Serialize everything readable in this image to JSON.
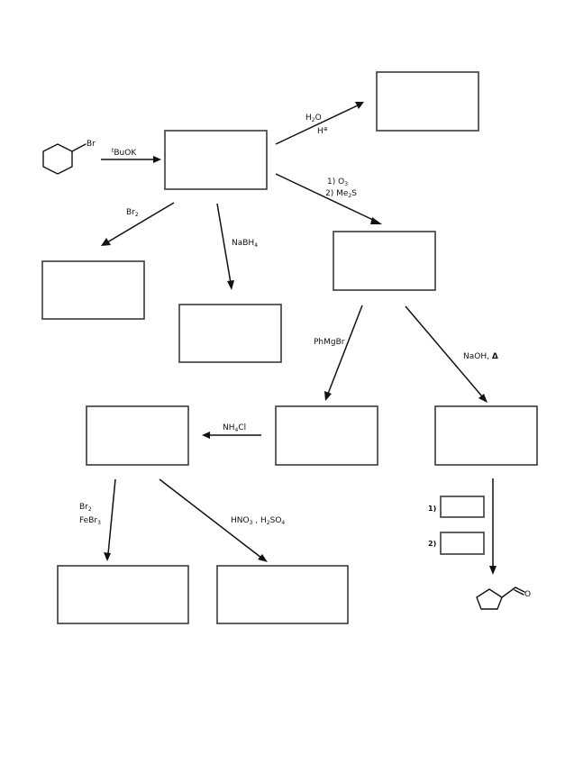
{
  "diagram": {
    "type": "reaction-scheme",
    "starting_material": {
      "name": "bromocyclohexane",
      "substituent_label": "Br"
    },
    "final_product": {
      "name": "cyclopentanecarbaldehyde",
      "atom_label": "O"
    },
    "boxes": [
      {
        "id": "box-a",
        "label": "product-after-tBuOK",
        "value": ""
      },
      {
        "id": "box-b",
        "label": "product-after-hydration",
        "value": ""
      },
      {
        "id": "box-c",
        "label": "product-after-ozonolysis",
        "value": ""
      },
      {
        "id": "box-d",
        "label": "product-after-bromination",
        "value": ""
      },
      {
        "id": "box-e",
        "label": "product-after-nabh4",
        "value": ""
      },
      {
        "id": "box-f",
        "label": "product-after-grignard",
        "value": ""
      },
      {
        "id": "box-g",
        "label": "product-after-aldol",
        "value": ""
      },
      {
        "id": "box-h",
        "label": "product-after-nh4cl",
        "value": ""
      },
      {
        "id": "box-i",
        "label": "product-after-bromination-febr3",
        "value": ""
      },
      {
        "id": "box-j",
        "label": "product-after-nitration",
        "value": ""
      },
      {
        "id": "box-k",
        "label": "reagent-step-1",
        "value": ""
      },
      {
        "id": "box-l",
        "label": "reagent-step-2",
        "value": ""
      }
    ],
    "reagents": {
      "tbuok": {
        "sup": "t",
        "main": "BuOK"
      },
      "hydration_line1": {
        "main": "H",
        "sub": "2",
        "tail": "O"
      },
      "hydration_line2": {
        "main": "H",
        "sup": "⊕"
      },
      "ozonolysis_line1": {
        "main": "1) O",
        "sub": "3"
      },
      "ozonolysis_line2": {
        "main": "2) Me",
        "sub": "2",
        "tail": "S"
      },
      "bromine": {
        "main": "Br",
        "sub": "2"
      },
      "nabh4": {
        "main": "NaBH",
        "sub": "4"
      },
      "grignard": {
        "main": "PhMgBr"
      },
      "aldol": {
        "main": "NaOH, ",
        "tail": "Δ"
      },
      "nh4cl": {
        "main": "NH",
        "sub": "4",
        "tail": "Cl"
      },
      "febr3_line1": {
        "main": "Br",
        "sub": "2"
      },
      "febr3_line2": {
        "main": "FeBr",
        "sub": "3"
      },
      "nitration": {
        "main": "HNO",
        "sub": "3",
        "mid": " , H",
        "sub2": "2",
        "tail": "SO",
        "sub3": "4"
      }
    },
    "step_labels": {
      "step1": "1)",
      "step2": "2)"
    }
  }
}
